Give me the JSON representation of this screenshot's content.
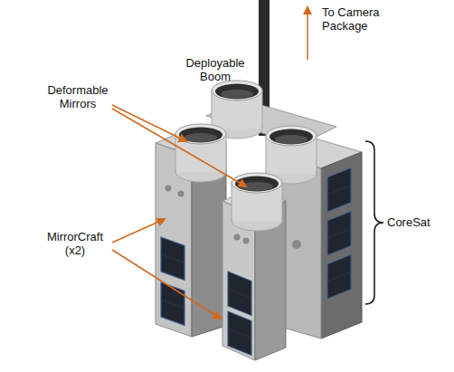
{
  "diagram": {
    "labels": [
      "To Camera Package",
      "Deployable Boom",
      "Deformable Mirrors",
      "MirrorCraft (x2)",
      "CoreSat"
    ]
  }
}
